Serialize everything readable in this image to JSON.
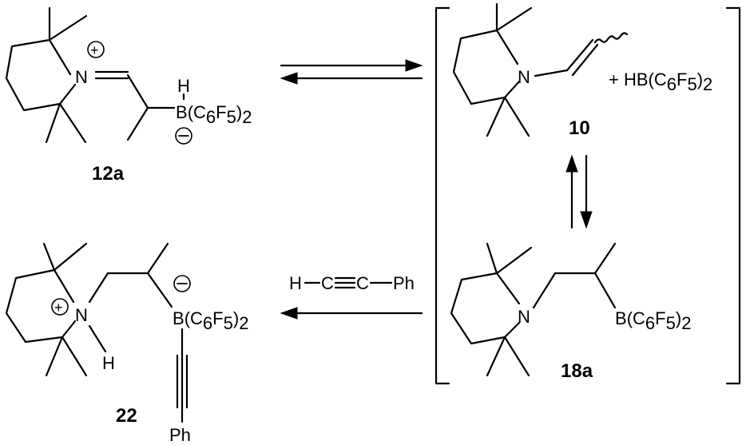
{
  "labels": {
    "c12a": "12a",
    "c10": "10",
    "c18a": "18a",
    "c22": "22"
  },
  "atoms": {
    "N": "N",
    "H": "H",
    "B": "B",
    "C": "C",
    "Ph": "Ph",
    "plus": "+",
    "minus": "−"
  },
  "groups": {
    "paren_open": "(",
    "c6": "C",
    "six": "6",
    "f5": "F",
    "five": "5",
    "paren_close": ")",
    "two": "2",
    "hb_prefix": "+ HB",
    "minus_sign": "−"
  },
  "reagent": {
    "h": "H",
    "c1": "C",
    "c2": "C",
    "ph": "Ph"
  }
}
